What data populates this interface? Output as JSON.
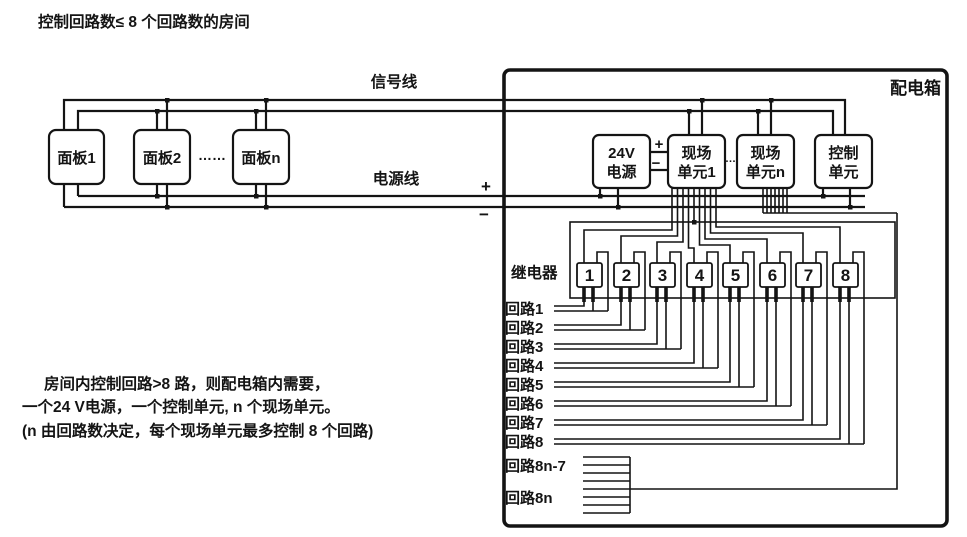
{
  "title": "控制回路数≤ 8 个回路数的房间",
  "buses": {
    "signal_label": "信号线",
    "power_label": "电源线",
    "plus": "+",
    "minus": "−"
  },
  "panels": {
    "items": [
      "面板1",
      "面板2",
      "面板n"
    ],
    "ellipsis": "……"
  },
  "box": {
    "label": "配电箱",
    "units": {
      "psu": [
        "24V",
        "电源"
      ],
      "field1": [
        "现场",
        "单元1"
      ],
      "fieldn": [
        "现场",
        "单元n"
      ],
      "control": [
        "控制",
        "单元"
      ],
      "ellipsis": "…",
      "psu_plus": "+",
      "psu_minus": "−"
    },
    "relay_label": "继电器",
    "relays": [
      "1",
      "2",
      "3",
      "4",
      "5",
      "6",
      "7",
      "8"
    ],
    "circuits": [
      "回路1",
      "回路2",
      "回路3",
      "回路4",
      "回路5",
      "回路6",
      "回路7",
      "回路8"
    ],
    "extra_circuits": [
      "回路8n-7",
      "回路8n"
    ]
  },
  "notes": [
    "房间内控制回路>8 路，则配电箱内需要，",
    "一个24 V电源，一个控制单元, n 个现场单元。",
    "(n 由回路数决定，每个现场单元最多控制 8 个回路)"
  ],
  "colors": {
    "ink": "#141414",
    "background": "#ffffff"
  }
}
